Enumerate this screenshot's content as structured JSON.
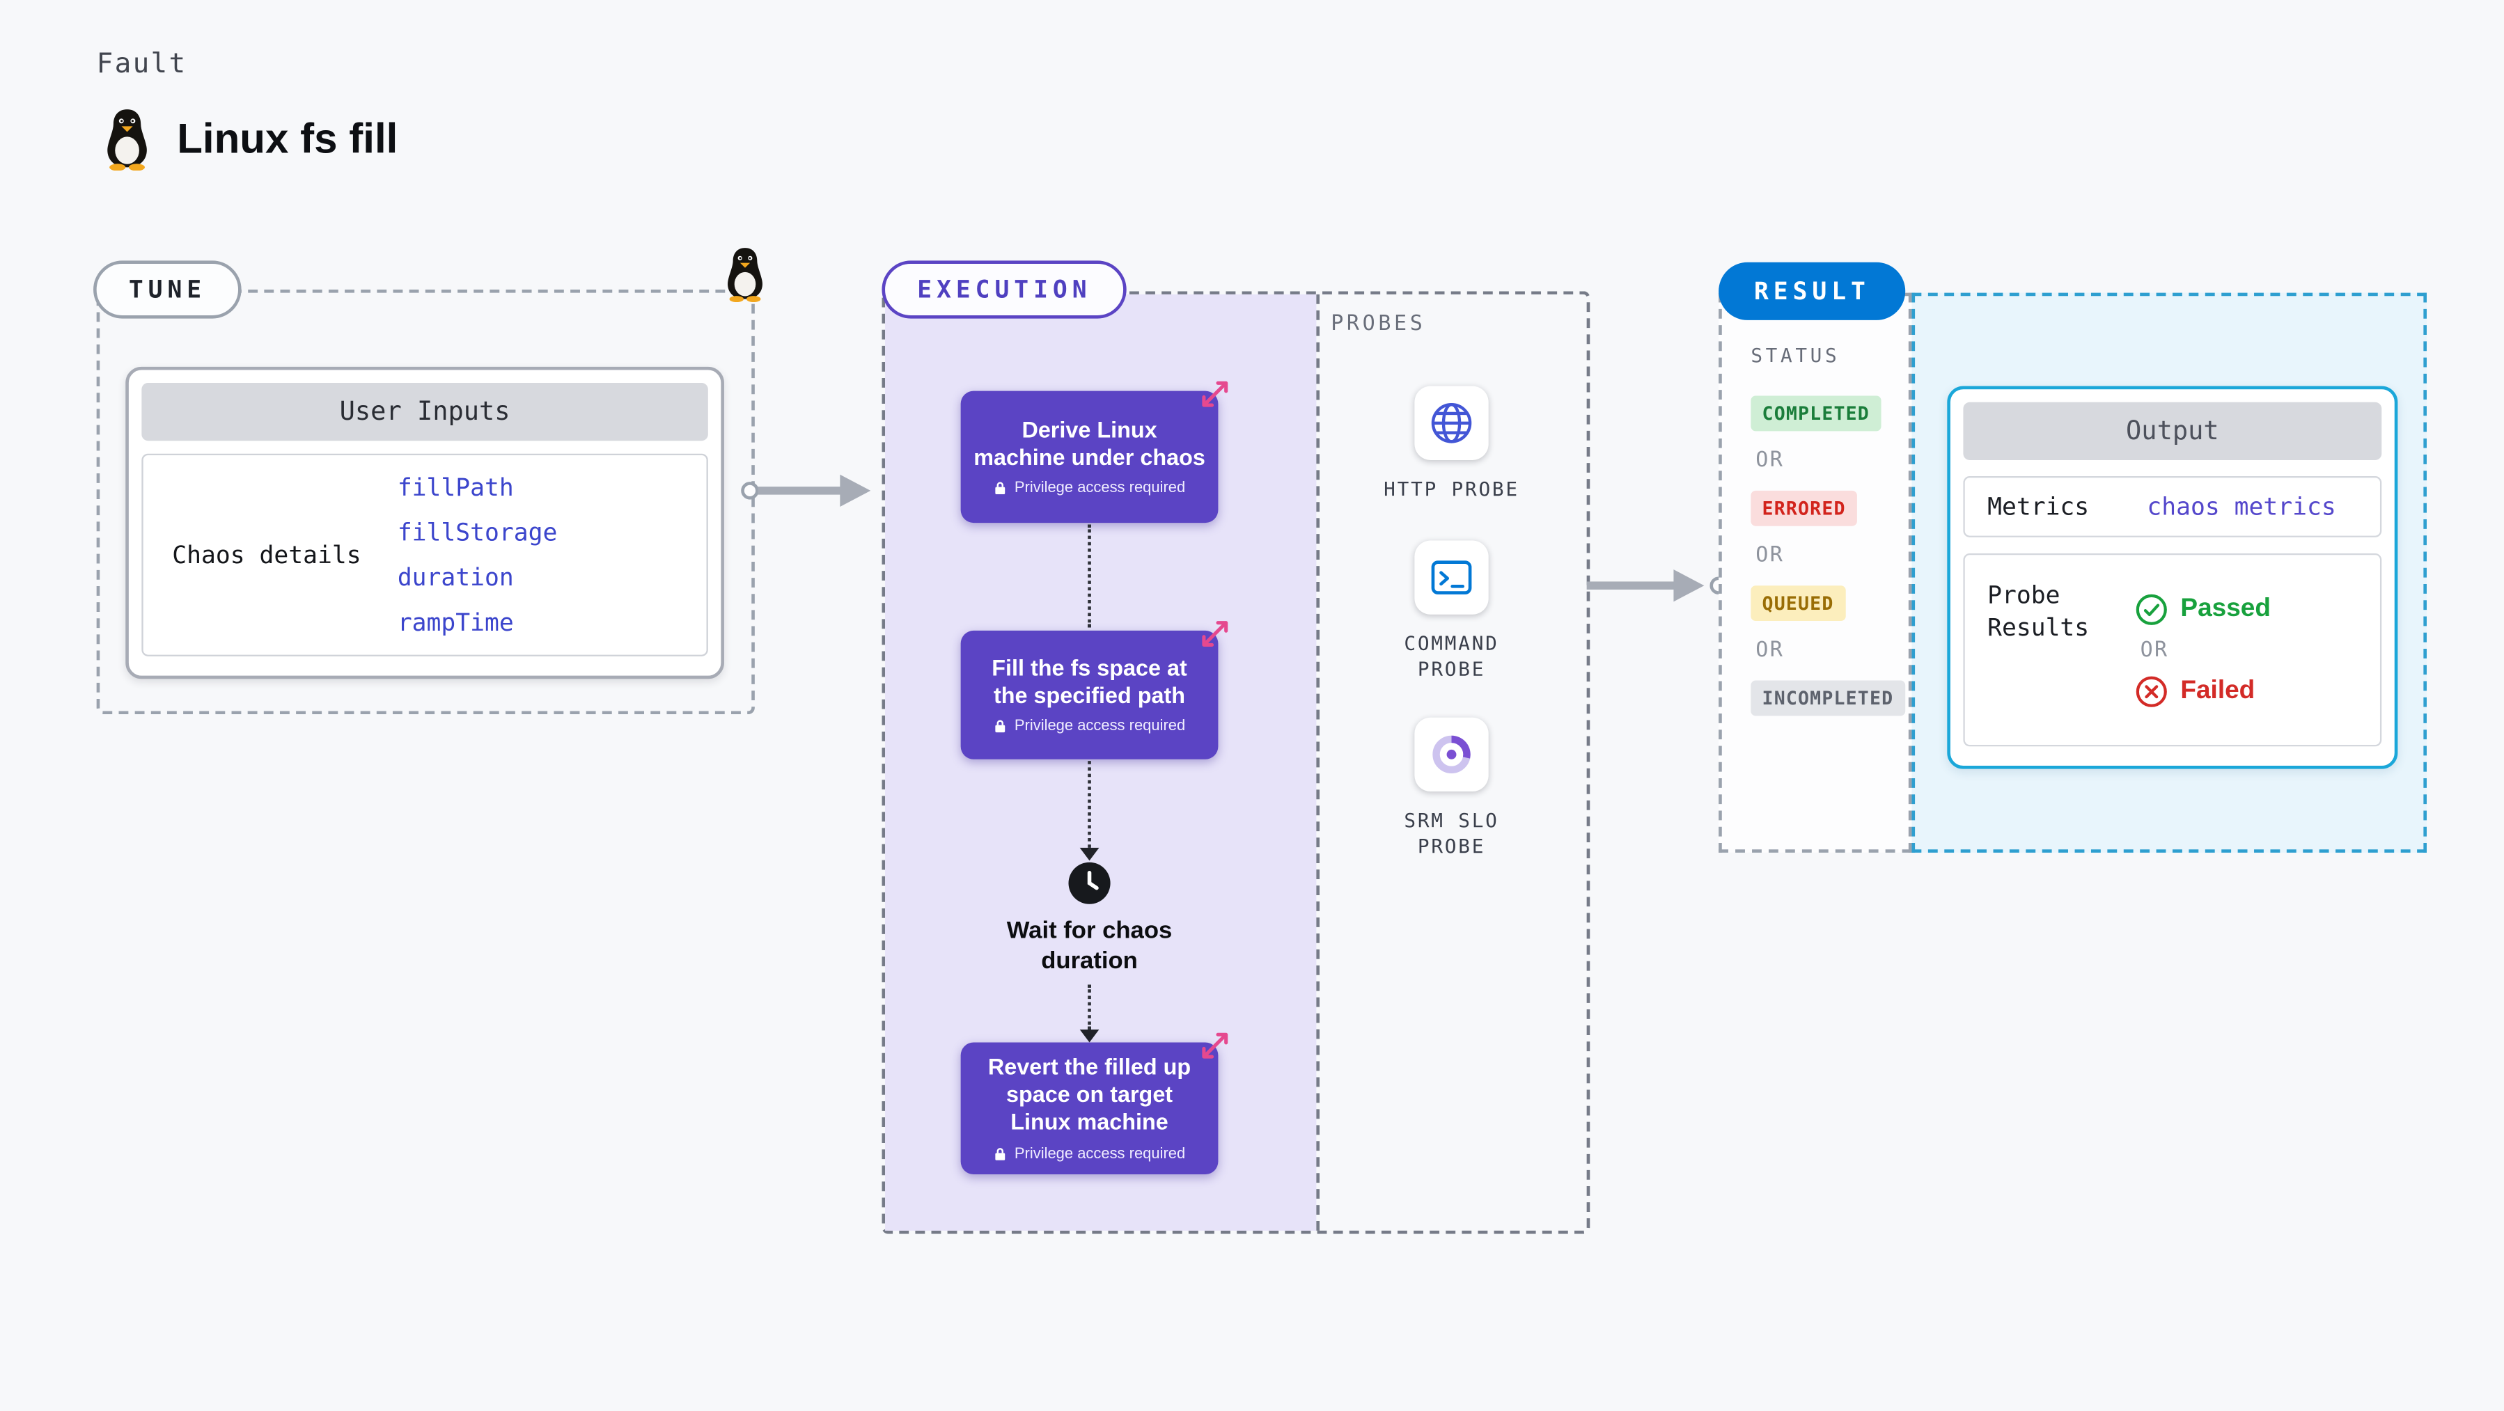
{
  "page": {
    "kicker": "Fault",
    "title": "Linux fs fill"
  },
  "tune": {
    "badge": "TUNE",
    "card_title": "User Inputs",
    "row_label": "Chaos details",
    "params": [
      "fillPath",
      "fillStorage",
      "duration",
      "rampTime"
    ]
  },
  "execution": {
    "badge": "EXECUTION",
    "privilege_note": "Privilege access required",
    "steps": [
      "Derive Linux machine under chaos",
      "Fill the fs space at the specified path",
      "Revert the filled up space on target Linux machine"
    ],
    "wait_label": "Wait for chaos duration",
    "probes_title": "PROBES",
    "probes": [
      "HTTP PROBE",
      "COMMAND PROBE",
      "SRM SLO PROBE"
    ]
  },
  "result": {
    "badge": "RESULT",
    "status_title": "STATUS",
    "or": "OR",
    "statuses": [
      "COMPLETED",
      "ERRORED",
      "QUEUED",
      "INCOMPLETED"
    ],
    "output": {
      "title": "Output",
      "metrics_label": "Metrics",
      "metrics_value": "chaos metrics",
      "probe_results_label": "Probe Results",
      "passed": "Passed",
      "failed": "Failed"
    }
  },
  "colors": {
    "accent_purple": "#5b44c4",
    "accent_blue": "#0278d5",
    "panel_lavender": "#e7e3f9",
    "panel_cyan": "#e8f5fc",
    "param_text": "#3b45cc",
    "success": "#18a13d",
    "error": "#d32b27",
    "queued_bg": "#fceebd",
    "chaos_pink": "#e5498f"
  }
}
